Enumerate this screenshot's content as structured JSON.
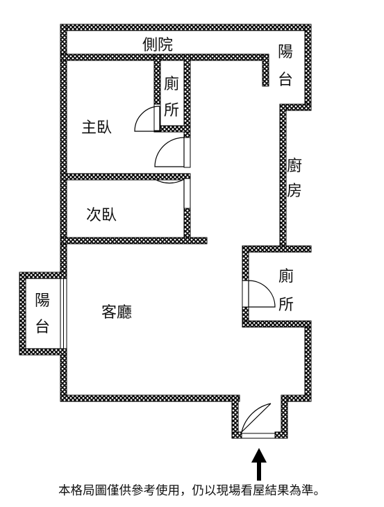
{
  "rooms": {
    "side_yard": "側院",
    "balcony_top": [
      "陽",
      "台"
    ],
    "toilet_top": [
      "廁",
      "所"
    ],
    "master_bedroom": "主臥",
    "kitchen": [
      "廚",
      "房"
    ],
    "second_bedroom": "次臥",
    "toilet_right": [
      "廁",
      "所"
    ],
    "balcony_left": [
      "陽",
      "台"
    ],
    "living_room": "客廳"
  },
  "disclaimer": "本格局圖僅供參考使用，仍以現場看屋結果為準。"
}
